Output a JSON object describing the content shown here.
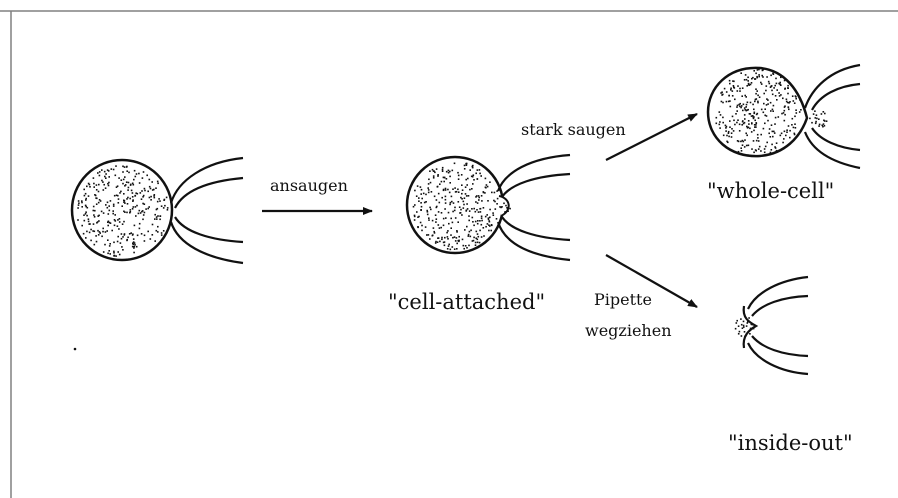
{
  "diagram": {
    "labels": {
      "ansaugen": "ansaugen",
      "stark_saugen": "stark saugen",
      "pipette_line1": "Pipette",
      "pipette_line2": "wegziehen",
      "cell_attached": "\"cell-attached\"",
      "whole_cell": "\"whole-cell\"",
      "inside_out": "\"inside-out\""
    },
    "colors": {
      "ink": "#111111",
      "frame": "#808080",
      "background": "#ffffff"
    }
  }
}
